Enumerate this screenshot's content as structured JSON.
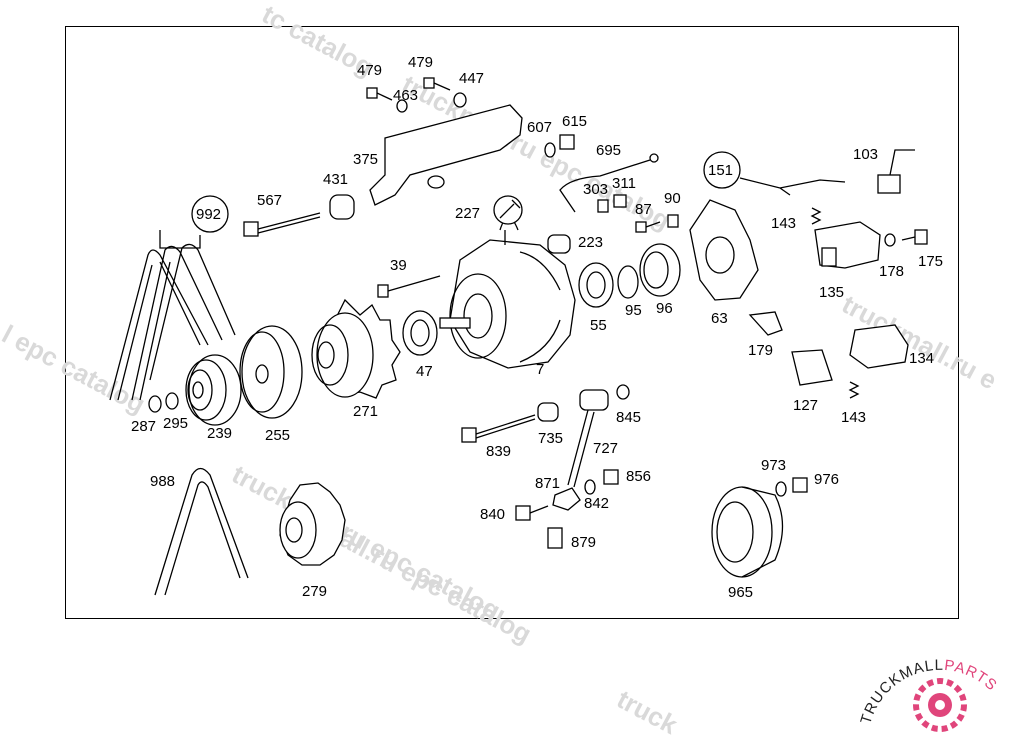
{
  "watermarks": [
    "tc catalog",
    "truckmall.ru epc catalog",
    "truckmall.ru epc catalog",
    "l epc catalog",
    "tall.ru epc catalog",
    "truckmall.ru e",
    "truck"
  ],
  "labels": {
    "p479a": "479",
    "p479b": "479",
    "p463": "463",
    "p447": "447",
    "p607": "607",
    "p615": "615",
    "p375": "375",
    "p695": "695",
    "p151": "151",
    "p103": "103",
    "p431": "431",
    "p567": "567",
    "p992": "992",
    "p227": "227",
    "p303": "303",
    "p311": "311",
    "p90": "90",
    "p87": "87",
    "p223": "223",
    "p143a": "143",
    "p39": "39",
    "p178": "178",
    "p175": "175",
    "p135": "135",
    "p55": "55",
    "p95": "95",
    "p96": "96",
    "p63": "63",
    "p179": "179",
    "p134": "134",
    "p47": "47",
    "p7": "7",
    "p271": "271",
    "p127": "127",
    "p143b": "143",
    "p845": "845",
    "p287": "287",
    "p295": "295",
    "p239": "239",
    "p255": "255",
    "p839": "839",
    "p735": "735",
    "p727": "727",
    "p973": "973",
    "p976": "976",
    "p988": "988",
    "p871": "871",
    "p856": "856",
    "p842": "842",
    "p840": "840",
    "p879": "879",
    "p279": "279",
    "p965": "965"
  },
  "logo": {
    "brand_part1": "TRUCKMALL",
    "brand_part2": "PARTS",
    "color_dark": "#222222",
    "color_accent": "#e0457b"
  },
  "colors": {
    "line": "#000000",
    "watermark": "#d9d9d9",
    "background": "#ffffff"
  }
}
